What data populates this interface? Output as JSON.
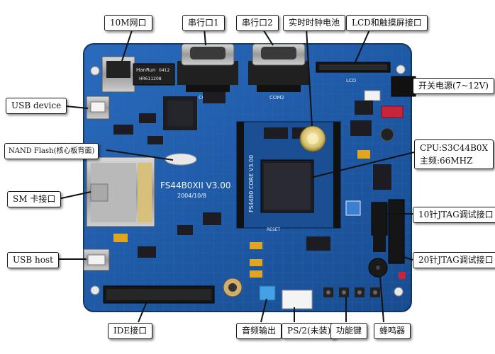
{
  "board": {
    "silkscreen": {
      "model": "FS44B0XII V3.00",
      "date": "2004/10/8",
      "core": "FS44B0 CORE V3.00",
      "rj45_brand": "HanRun",
      "rj45_code1": "0412",
      "rj45_code2": "HR611208",
      "com1": "COM1",
      "com2": "COM2",
      "lcd": "LCD",
      "reset": "RESET"
    }
  },
  "callouts": {
    "ethernet": "10M网口",
    "serial1": "串行口1",
    "serial2": "串行口2",
    "rtc_battery": "实时时钟电池",
    "lcd_touch": "LCD和触摸屏接口",
    "power": "开关电源(7~12V)",
    "usb_device": "USB device",
    "nand_flash": "NAND Flash(核心板背面)",
    "cpu_line1": "CPU:S3C44B0X",
    "cpu_line2": "主频:66MHZ",
    "sm_card": "SM 卡接口",
    "jtag10": "10针JTAG调试接口",
    "usb_host": "USB host",
    "jtag20": "20针JTAG调试接口",
    "ide": "IDE接口",
    "audio_out": "音频输出",
    "ps2": "PS/2(未装)",
    "function_keys": "功能键",
    "buzzer": "蜂鸣器"
  },
  "colors": {
    "pcb": "#1f5aa6",
    "pcb_dark": "#163f7a",
    "trace": "#3a78c8",
    "chip": "#1c1c22",
    "label_border": "#1b1b1b"
  }
}
